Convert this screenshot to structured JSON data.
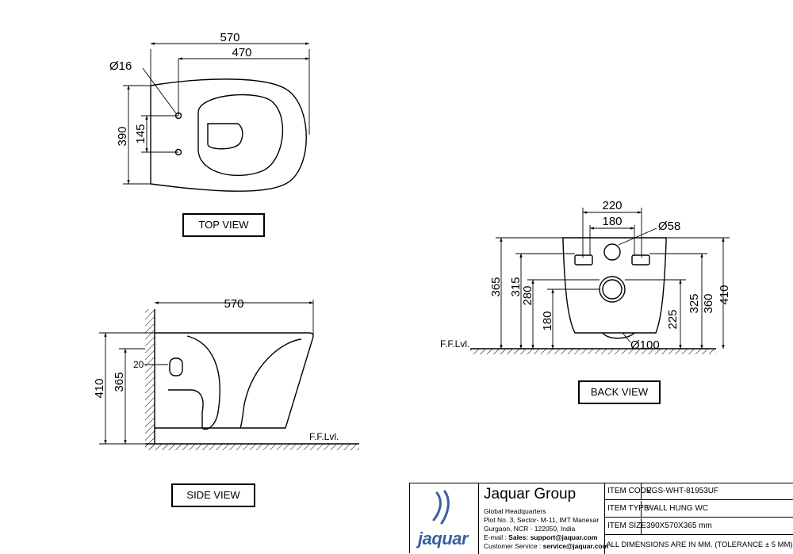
{
  "views": {
    "top": {
      "label": "TOP VIEW",
      "dims": {
        "overall_length": "570",
        "hole_span": "470",
        "hole_dia": "Ø16",
        "width": "390",
        "hole_spacing": "145"
      }
    },
    "side": {
      "label": "SIDE VIEW",
      "dims": {
        "length": "570",
        "height_total": "410",
        "height_body": "365",
        "inlet": "20"
      },
      "floor": "F.F.Lvl."
    },
    "back": {
      "label": "BACK VIEW",
      "dims": {
        "width_outer": "220",
        "width_inner": "180",
        "inlet_dia": "Ø58",
        "outlet_dia": "Ø100",
        "d365": "365",
        "d315": "315",
        "d280": "280",
        "d180": "180",
        "d225": "225",
        "d325": "325",
        "d360": "360",
        "d410": "410"
      },
      "floor": "F.F.Lvl."
    }
  },
  "title_block": {
    "brand": "jaquar",
    "company": "Jaquar Group",
    "address_lines": [
      "Global Headquarters",
      "Plot No. 3, Sector- M-11, IMT Manesar",
      "Gurgaon, NCR - 122050, India"
    ],
    "email_label": "E-mail : ",
    "email_value": "Sales: support@jaquar.com",
    "service_label": "Customer Service : ",
    "service_value": "service@jaquar.com",
    "rows": [
      {
        "key": "ITEM CODE",
        "value": "VGS-WHT-81953UF"
      },
      {
        "key": "ITEM TYPE",
        "value": "WALL HUNG WC"
      },
      {
        "key": "ITEM SIZE",
        "value": "390X570X365 mm"
      }
    ],
    "footer": "ALL DIMENSIONS ARE IN MM. (TOLERANCE ± 5 MM)"
  },
  "colors": {
    "line": "#000000",
    "brand": "#3a5fa0"
  }
}
